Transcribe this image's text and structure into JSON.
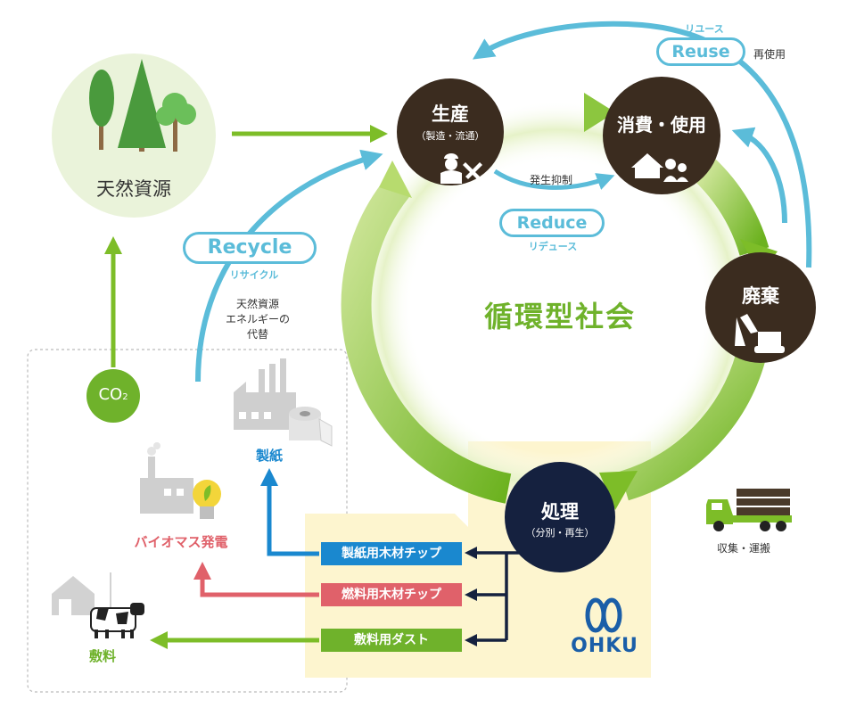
{
  "nature": {
    "label": "天然資源"
  },
  "production": {
    "title": "生産",
    "sub": "（製造・流通）"
  },
  "consumption": {
    "title": "消費・使用"
  },
  "disposal": {
    "title": "廃棄"
  },
  "processing": {
    "title": "処理",
    "sub": "（分別・再生）"
  },
  "center_label": "循環型社会",
  "reuse": {
    "label": "Reuse",
    "kana": "リユース",
    "jp": "再使用"
  },
  "reduce": {
    "label": "Reduce",
    "kana": "リデュース",
    "note": "発生抑制"
  },
  "recycle": {
    "label": "Recycle",
    "kana": "リサイクル",
    "note_lines": [
      "天然資源",
      "エネルギーの",
      "代替"
    ]
  },
  "co2": {
    "label": "CO",
    "sub": "2"
  },
  "paper": {
    "label": "製紙"
  },
  "biomass": {
    "label": "バイオマス発電"
  },
  "bedding": {
    "label": "敷料"
  },
  "transport": {
    "label": "収集・運搬"
  },
  "chips": [
    {
      "label": "製紙用木材チップ",
      "color": "#1a88cf"
    },
    {
      "label": "燃料用木材チップ",
      "color": "#e0616a"
    },
    {
      "label": "敷料用ダスト",
      "color": "#6fb22b"
    }
  ],
  "logo": {
    "text": "OHKU"
  },
  "colors": {
    "green": "#7dbd28",
    "dark_node": "#3b2c1f",
    "navy_node": "#15213f",
    "cyan": "#5bbcd9",
    "pale_yellow": "#fdf5cf"
  }
}
